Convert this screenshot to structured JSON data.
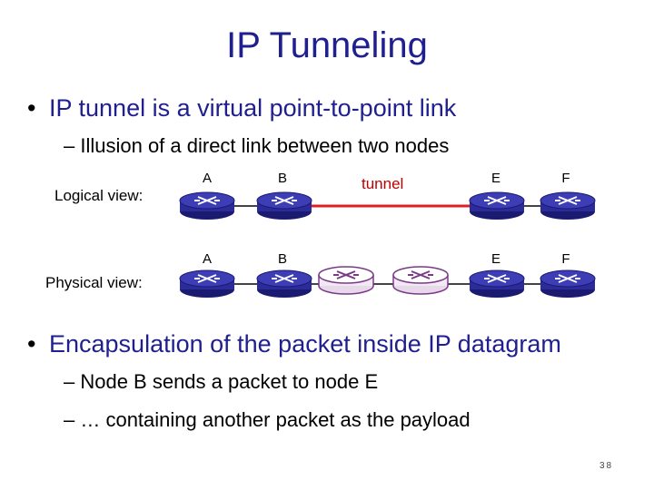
{
  "title": "IP Tunneling",
  "bullets": [
    {
      "text": "IP tunnel is a virtual point-to-point link",
      "sub": [
        "– Illusion of a direct link between two nodes"
      ]
    },
    {
      "text": "Encapsulation of the packet inside IP datagram",
      "sub": [
        "– Node B sends a packet to node E",
        "– … containing another packet as the payload"
      ]
    }
  ],
  "diagram": {
    "logical_label": "Logical view:",
    "physical_label": "Physical view:",
    "tunnel_label": "tunnel",
    "logical_nodes": [
      "A",
      "B",
      "E",
      "F"
    ],
    "physical_nodes": [
      "A",
      "B",
      "E",
      "F"
    ],
    "colors": {
      "router": "#2b2b9a",
      "intermediate_router": "#7a3a86",
      "tunnel_link": "#e02020",
      "link": "#444444"
    }
  },
  "page_number": "38"
}
